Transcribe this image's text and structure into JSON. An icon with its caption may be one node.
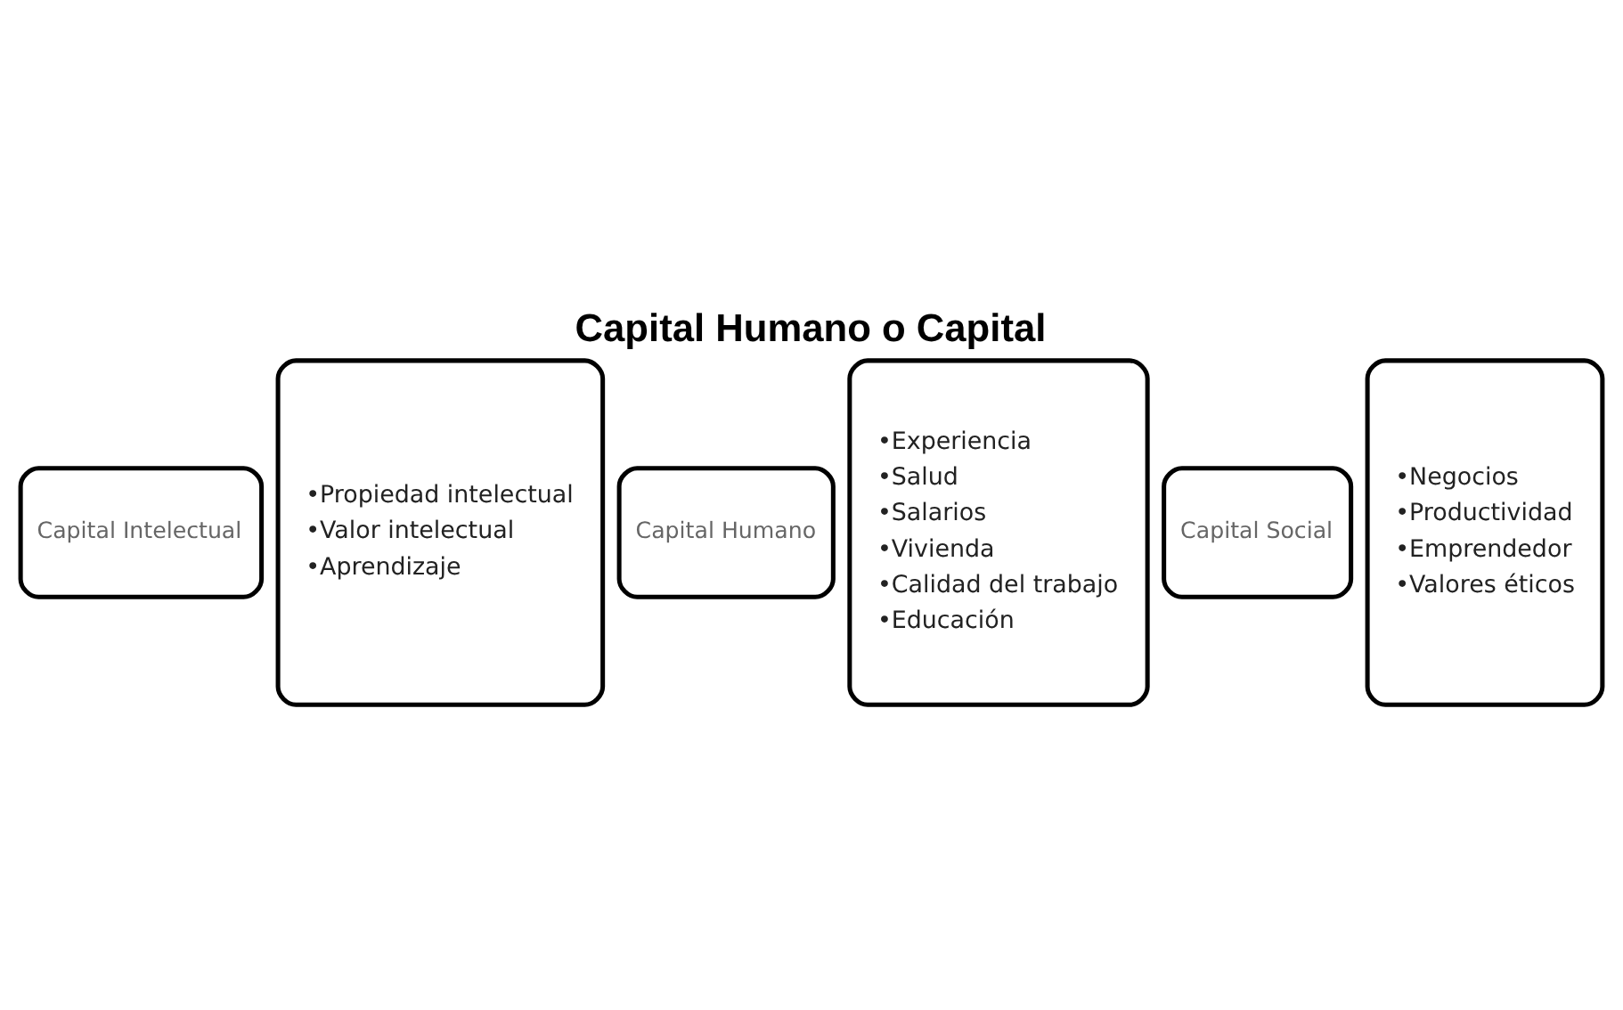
{
  "diagram": {
    "title": "Capital Humano o Capital",
    "nodes": [
      {
        "text": [
          "Capital Intelectual"
        ]
      },
      {
        "text": [
          "•Propiedad intelectual",
          "•Valor intelectual",
          "•Aprendizaje"
        ]
      },
      {
        "text": [
          "Capital Humano"
        ]
      },
      {
        "text": [
          "•Experiencia",
          "•Salud",
          "•Salarios",
          "•Vivienda",
          "•Calidad del trabajo",
          "•Educación"
        ]
      },
      {
        "text": [
          "Capital Social"
        ]
      },
      {
        "text": [
          "•Negocios",
          "•Productividad",
          "•Emprendedor",
          "•Valores éticos"
        ]
      }
    ]
  }
}
